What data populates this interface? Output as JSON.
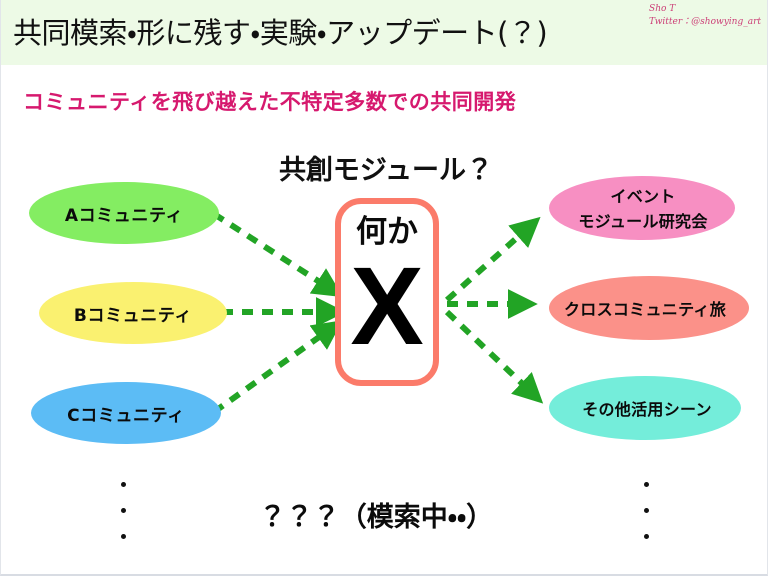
{
  "header": {
    "title": "共同模索・形に残す・実験・アップデート(？)",
    "background_color": "#edfae6",
    "credit": {
      "name": "Sho T",
      "handle": "Twitter：@showying_art",
      "color": "#cc3f77"
    }
  },
  "subtitle": {
    "text": "コミュニティを飛び越えた不特定多数での共同開発",
    "color": "#d6196e"
  },
  "center_heading": "共創モジュール？",
  "center_box": {
    "top_label": "何か",
    "big_label": "X",
    "border_color": "#fb7b6a"
  },
  "left_nodes": [
    {
      "label": "Aコミュニティ",
      "color": "#84ed62"
    },
    {
      "label": "Bコミュニティ",
      "color": "#faf170"
    },
    {
      "label": "Cコミュニティ",
      "color": "#5cbcf5"
    }
  ],
  "right_nodes": [
    {
      "label": "イベント\nモジュール研究会",
      "line1": "イベント",
      "line2": "モジュール研究会",
      "color": "#f78fc2"
    },
    {
      "label": "クロスコミュニティ旅",
      "color": "#fb9189"
    },
    {
      "label": "その他活用シーン",
      "color": "#74edda"
    }
  ],
  "arrows": {
    "color": "#22a425",
    "style": "dashed",
    "inbound_count": 3,
    "outbound_count": 3
  },
  "bottom": {
    "question_text": "？？？（模索中・・）",
    "dot_count_per_column": 3
  }
}
